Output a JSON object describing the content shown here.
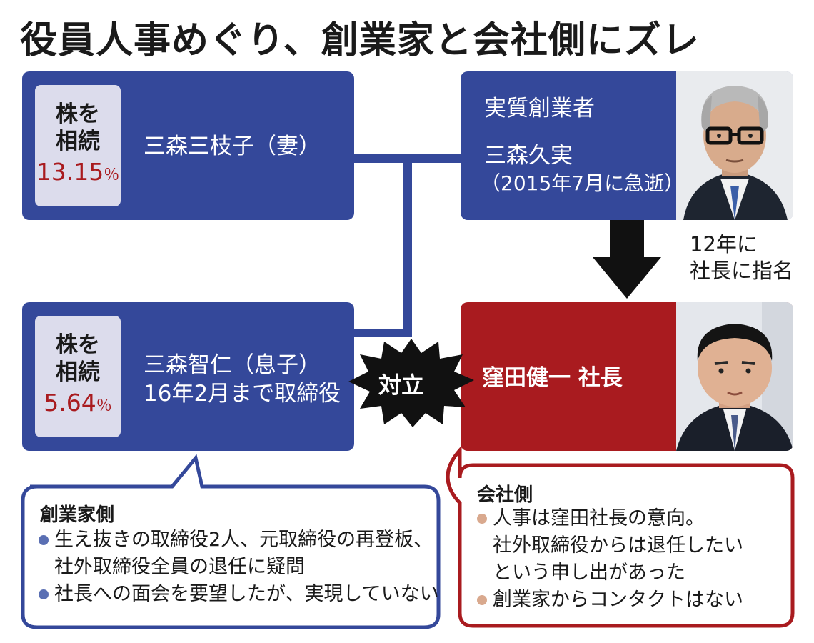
{
  "title": "役員人事めぐり、創業家と会社側にズレ",
  "wife": {
    "share_label_line1": "株を",
    "share_label_line2": "相続",
    "share_value": "13.15",
    "share_unit": "％",
    "name": "三森三枝子（妻）"
  },
  "founder": {
    "role": "実質創業者",
    "name": "三森久実",
    "note": "（2015年7月に急逝）"
  },
  "appointment": {
    "line1": "12年に",
    "line2": "社長に指名"
  },
  "son": {
    "share_label_line1": "株を",
    "share_label_line2": "相続",
    "share_value": "5.64",
    "share_unit": "％",
    "name": "三森智仁（息子）",
    "note": "16年2月まで取締役"
  },
  "conflict_label": "対立",
  "president": {
    "name": "窪田健一 社長"
  },
  "founder_side": {
    "title": "創業家側",
    "items": [
      "生え抜きの取締役2人、元取締役の再登板、",
      "社外取締役全員の退任に疑問",
      "社長への面会を要望したが、実現していない"
    ]
  },
  "company_side": {
    "title": "会社側",
    "items": [
      "人事は窪田社長の意向。",
      "社外取締役からは退任したい",
      "という申し出があった",
      "創業家からコンタクトはない"
    ]
  },
  "colors": {
    "blue": "#34489a",
    "red": "#a91b1f",
    "share_bg": "#dcdcec",
    "founder_bullet": "#5a6fb3",
    "company_bullet": "#d9a98e"
  }
}
